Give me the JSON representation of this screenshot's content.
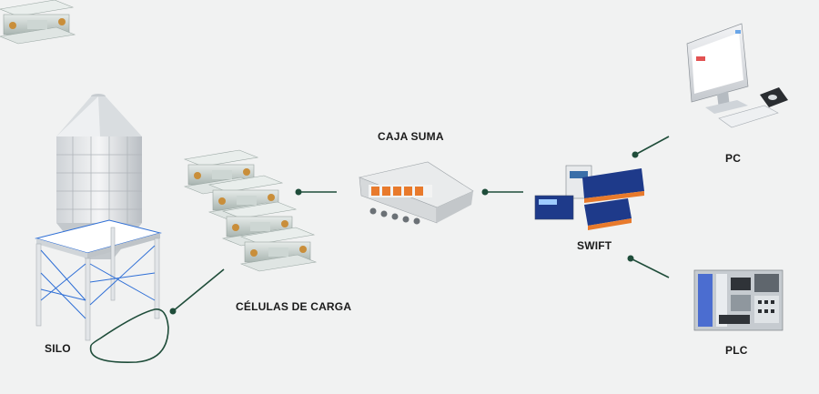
{
  "labels": {
    "silo": "SILO",
    "load_cells": "CÉLULAS DE CARGA",
    "junction_box": "CAJA SUMA",
    "swift": "SWIFT",
    "pc": "PC",
    "plc": "PLC"
  },
  "colors": {
    "connector": "#1f4d3a",
    "accent_blue": "#2f6fd6",
    "device_blue": "#1e3a8a",
    "terminal_orange": "#e87a2c",
    "background": "#f1f2f2"
  }
}
